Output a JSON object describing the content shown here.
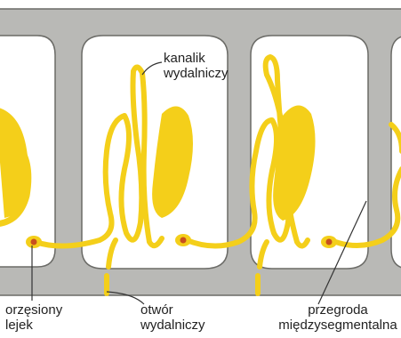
{
  "diagram": {
    "labels": {
      "kanalik": {
        "line1": "kanalik",
        "line2": "wydalniczy"
      },
      "orzesiony": {
        "line1": "orzęsiony",
        "line2": "lejek"
      },
      "otwor": {
        "line1": "otwór",
        "line2": "wydalniczy"
      },
      "przegroda": {
        "line1": "przegroda",
        "line2": "międzysegmentalna"
      }
    },
    "colors": {
      "body_wall": "#b9b9b6",
      "body_wall_edge": "#6b6b67",
      "segment_fill": "#ffffff",
      "nephridium": "#f4cf1a",
      "nephridium_edge": "#b88d00",
      "funnel_dot": "#c8501e",
      "leader_line": "#333333"
    }
  }
}
